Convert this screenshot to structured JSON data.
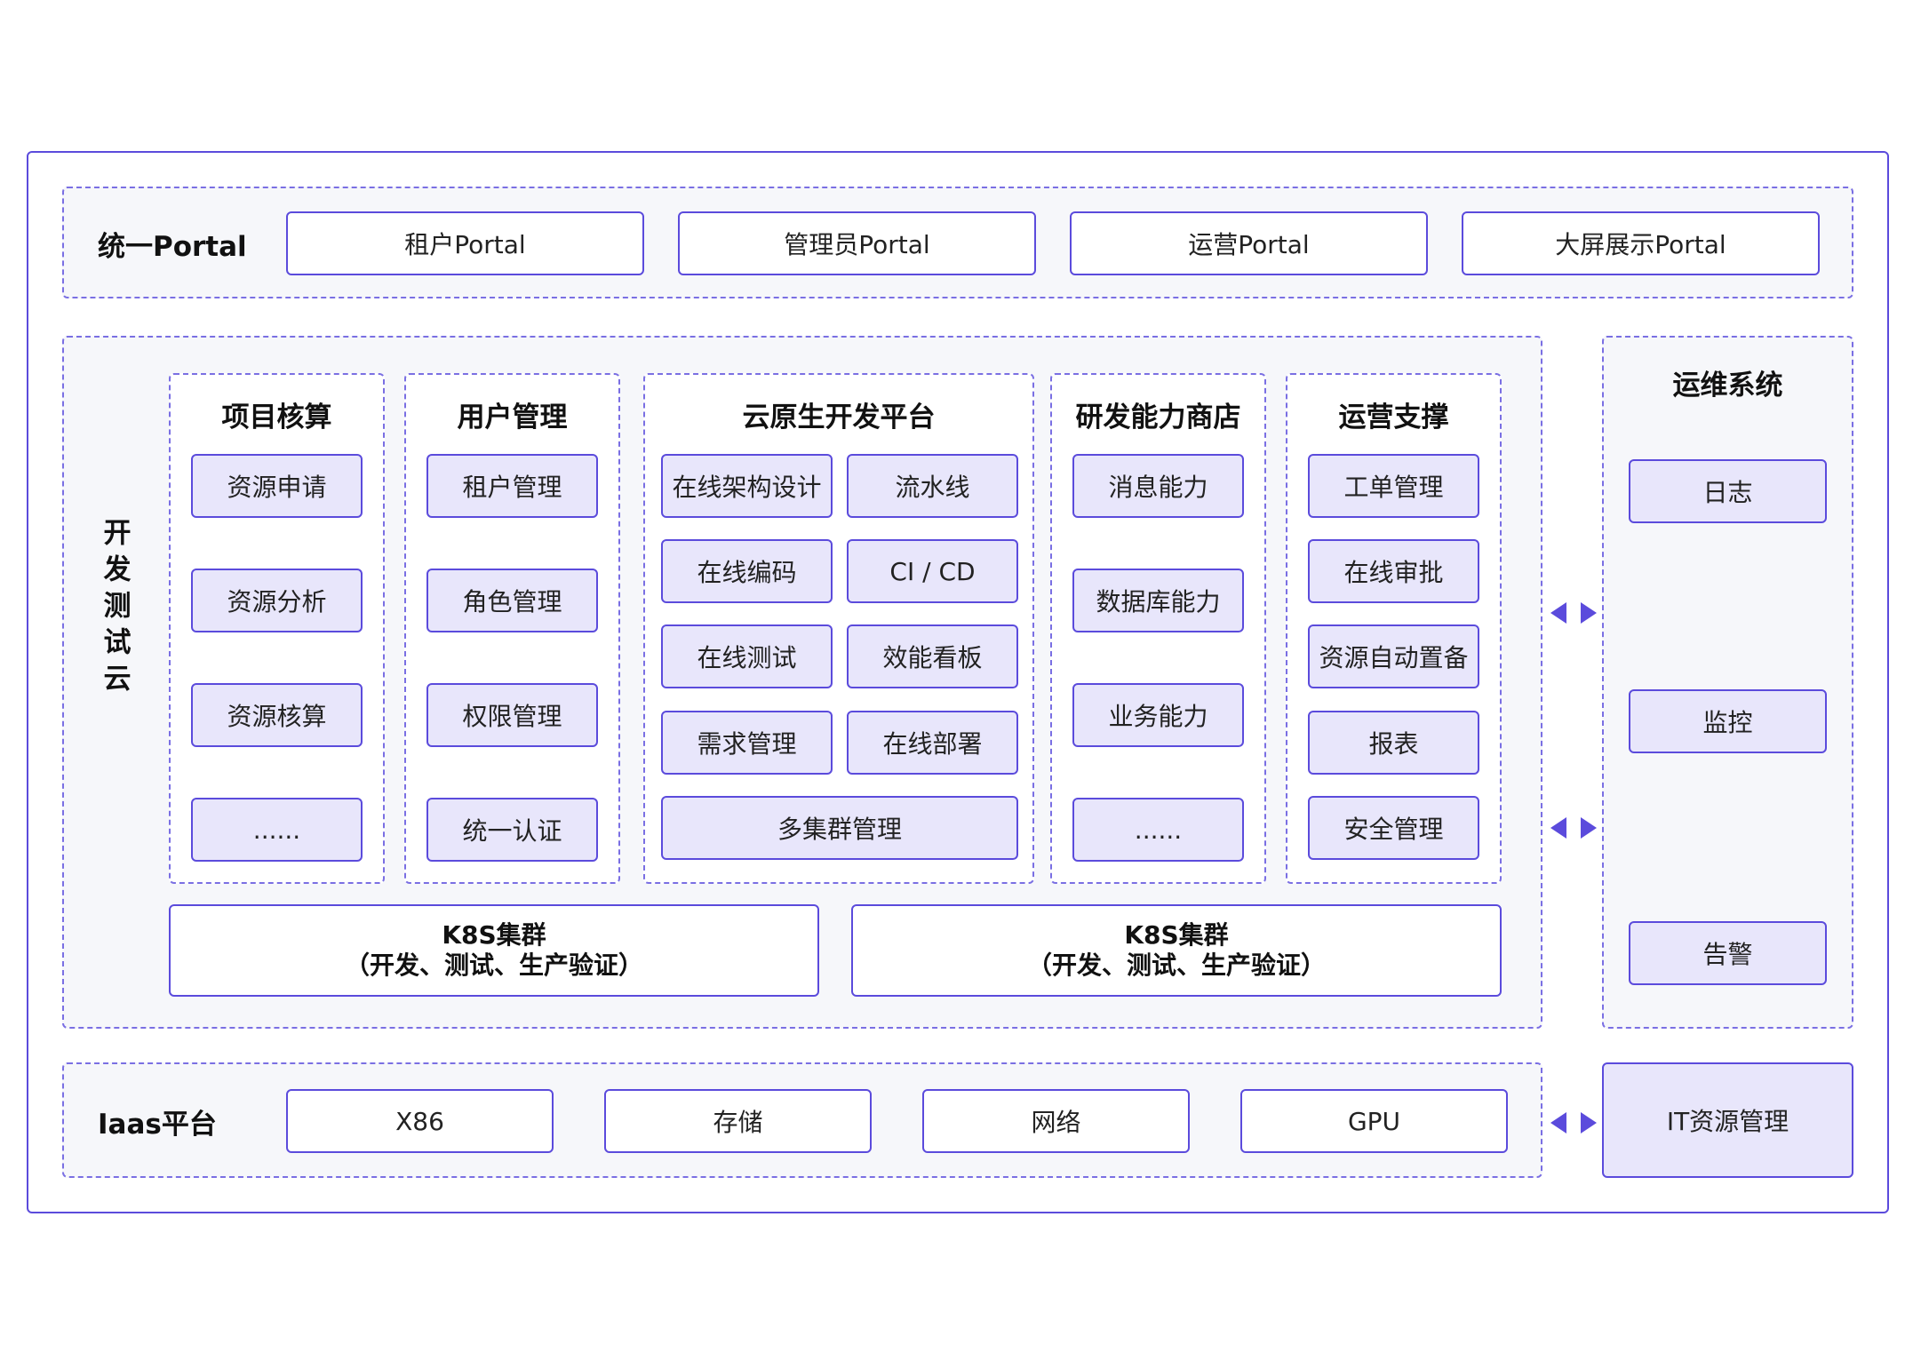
{
  "portal": {
    "label": "统一Portal",
    "items": [
      "租户Portal",
      "管理员Portal",
      "运营Portal",
      "大屏展示Portal"
    ]
  },
  "devcloud": {
    "label": "开发测试云",
    "columns": [
      {
        "title": "项目核算",
        "items": [
          "资源申请",
          "资源分析",
          "资源核算",
          "......"
        ]
      },
      {
        "title": "用户管理",
        "items": [
          "租户管理",
          "角色管理",
          "权限管理",
          "统一认证"
        ]
      },
      {
        "title": "云原生开发平台",
        "items": [
          "在线架构设计",
          "流水线",
          "在线编码",
          "CI / CD",
          "在线测试",
          "效能看板",
          "需求管理",
          "在线部署",
          "多集群管理"
        ]
      },
      {
        "title": "研发能力商店",
        "items": [
          "消息能力",
          "数据库能力",
          "业务能力",
          "......"
        ]
      },
      {
        "title": "运营支撑",
        "items": [
          "工单管理",
          "在线审批",
          "资源自动置备",
          "报表",
          "安全管理"
        ]
      }
    ],
    "k8s": [
      {
        "line1": "K8S集群",
        "line2": "（开发、测试、生产验证）"
      },
      {
        "line1": "K8S集群",
        "line2": "（开发、测试、生产验证）"
      }
    ]
  },
  "ops": {
    "title": "运维系统",
    "items": [
      "日志",
      "监控",
      "告警"
    ]
  },
  "iaas": {
    "label": "Iaas平台",
    "items": [
      "X86",
      "存储",
      "网络",
      "GPU"
    ]
  },
  "it_resource": {
    "label": "IT资源管理"
  },
  "colors": {
    "accent": "#5b4bdc",
    "panel_bg": "#f6f7fa",
    "chip_bg": "#e8e6fb"
  }
}
